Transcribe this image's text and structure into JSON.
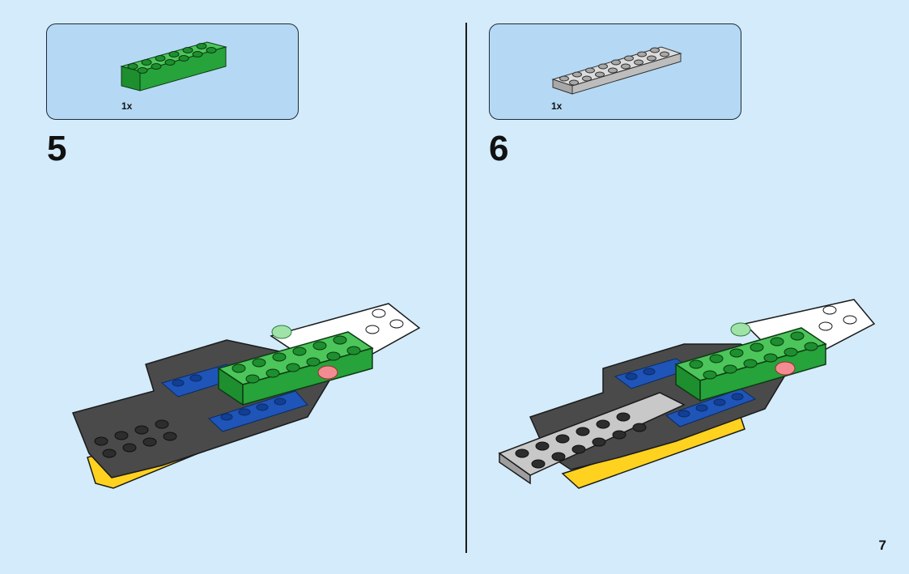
{
  "steps": [
    {
      "number": "5",
      "part": {
        "quantity": "1x",
        "name": "green-brick-2x6-icon",
        "color": "#22a83a"
      }
    },
    {
      "number": "6",
      "part": {
        "quantity": "1x",
        "name": "gray-plate-2x8-icon",
        "color": "#c8c8c8"
      }
    }
  ],
  "page": {
    "number": "7"
  },
  "colors": {
    "background": "#d3ebfb",
    "callout": "#b5d9f4",
    "green": "#22a83a",
    "blue": "#1f55b8",
    "dark-gray": "#4a4a4a",
    "light-gray": "#c8c8c8",
    "yellow": "#ffd21f",
    "white": "#ffffff",
    "red": "#e8474f"
  }
}
